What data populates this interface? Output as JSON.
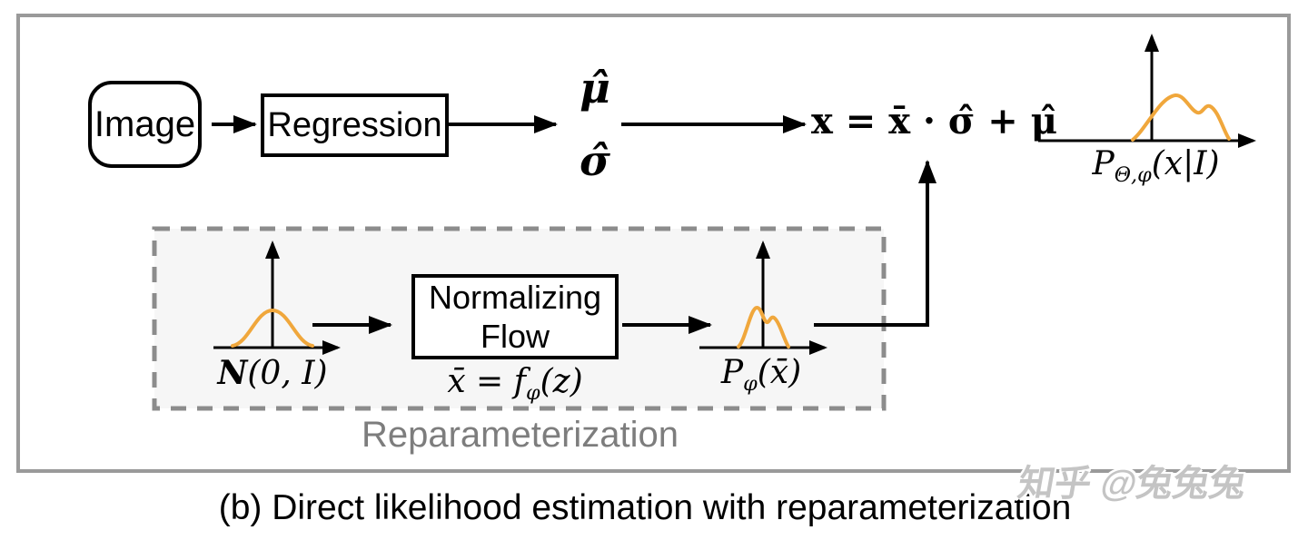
{
  "colors": {
    "curve": "#F0A73C",
    "dash": "#8C8C8C",
    "frame": "#9A9A9A",
    "panel": "#F6F6F6",
    "muted": "#7D7D7D",
    "ink": "#000000"
  },
  "caption": "(b) Direct likelihood estimation with reparameterization",
  "watermark": "知乎 @兔兔兔",
  "top_row": {
    "image_label": "Image",
    "regression_label": "Regression",
    "mu_hat": "μ̂",
    "sigma_hat": "σ̂",
    "equation": "x = x̄ · σ̂ + μ̂"
  },
  "reparam": {
    "label": "Reparameterization",
    "gaussian": {
      "cal": "N",
      "rest": "(0, I)"
    },
    "flow_line1": "Normalizing",
    "flow_line2": "Flow",
    "flow_eq": {
      "lhs": "x̄ = f",
      "sub": "φ",
      "rhs": "(z)"
    },
    "pphi": {
      "p": "P",
      "sub": "φ",
      "rest": "(x̄)"
    }
  },
  "output": {
    "p": "P",
    "sub": "Θ,φ",
    "rest": "(x|I)"
  }
}
